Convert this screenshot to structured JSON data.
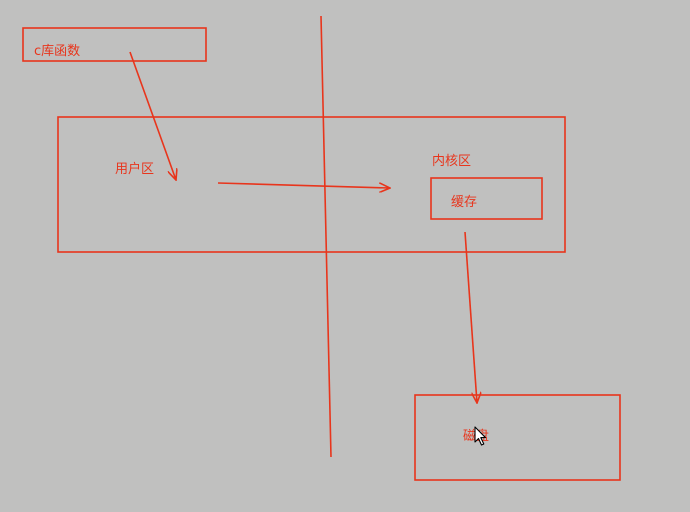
{
  "labels": {
    "c_library": "c库函数",
    "user_space": "用户区",
    "kernel_space": "内核区",
    "cache": "缓存",
    "disk": "磁盘"
  },
  "colors": {
    "background": "#c0c0bf",
    "stroke": "#e8351c"
  },
  "icons": {
    "pointer": "mouse-pointer-icon"
  }
}
